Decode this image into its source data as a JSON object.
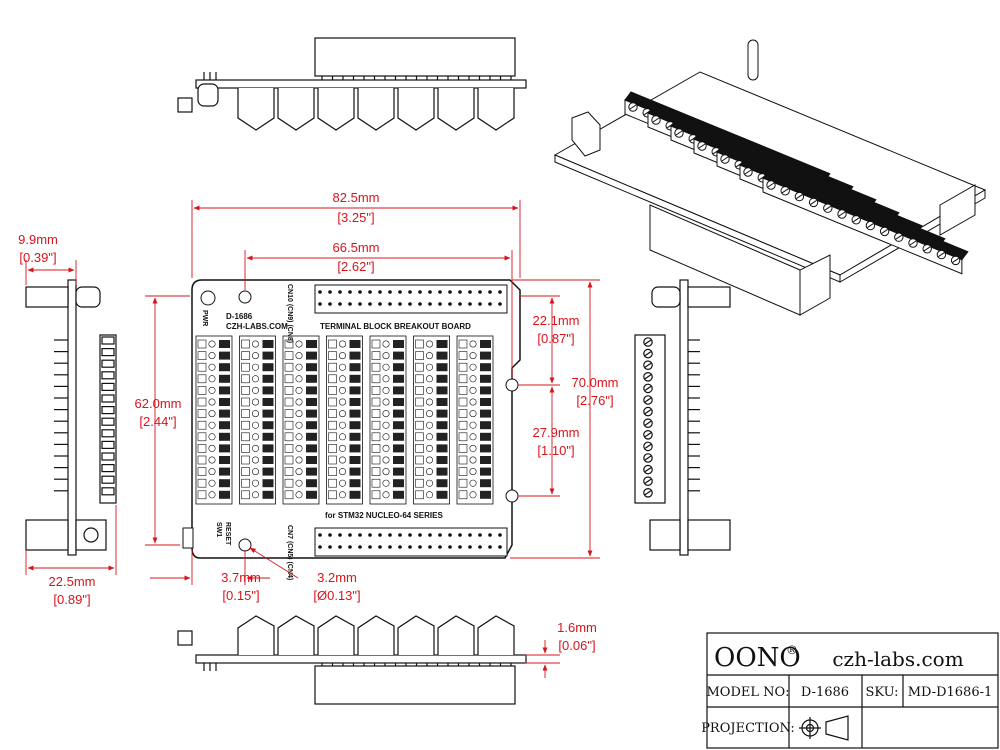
{
  "dims": {
    "width_mm": "82.5mm",
    "width_in": "[3.25\"]",
    "holes_mm": "66.5mm",
    "holes_in": "[2.62\"]",
    "height_mm": "62.0mm",
    "height_in": "[2.44\"]",
    "total_mm": "70.0mm",
    "total_in": "[2.76\"]",
    "top_off_mm": "22.1mm",
    "top_off_in": "[0.87\"]",
    "hole_gap_mm": "27.9mm",
    "hole_gap_in": "[1.10\"]",
    "side_w_mm": "9.9mm",
    "side_w_in": "[0.39\"]",
    "side_d_mm": "22.5mm",
    "side_d_in": "[0.89\"]",
    "hole_off_mm": "3.7mm",
    "hole_off_in": "[0.15\"]",
    "hole_d_mm": "3.2mm",
    "hole_d_in": "[Ø0.13\"]",
    "pcb_t_mm": "1.6mm",
    "pcb_t_in": "[0.06\"]"
  },
  "board": {
    "model": "D-1686",
    "site": "CZH-LABS.COM",
    "title": "TERMINAL BLOCK BREAKOUT BOARD",
    "series": "for STM32 NUCLEO-64 SERIES",
    "pwr": "PWR",
    "reset": "RESET",
    "sw1": "SW1",
    "cn_top": "CN10 (CN9) (CN8)",
    "cn_bottom": "CN7 (CN5) (CN4)"
  },
  "title_block": {
    "brand": "OONO",
    "reg": "®",
    "site": "czh-labs.com",
    "model_label": "MODEL NO:",
    "model_value": "D-1686",
    "sku_label": "SKU:",
    "sku_value": "MD-D1686-1",
    "projection_label": "PROJECTION:"
  }
}
